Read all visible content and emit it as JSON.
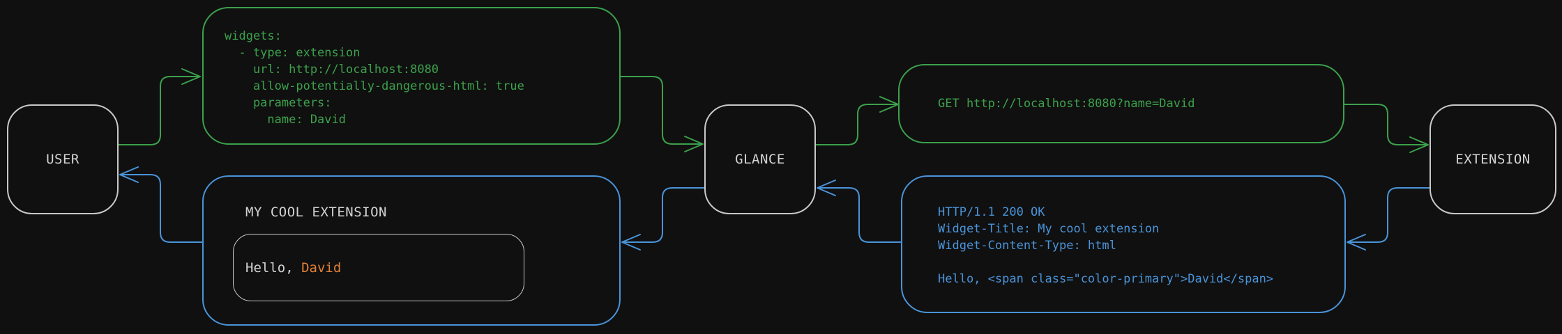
{
  "diagram": {
    "nodes": {
      "user": {
        "label": "USER"
      },
      "glance": {
        "label": "GLANCE"
      },
      "extension": {
        "label": "EXTENSION"
      }
    },
    "messages": {
      "config_yaml": {
        "code": "widgets:\n  - type: extension\n    url: http://localhost:8080\n    allow-potentially-dangerous-html: true\n    parameters:\n      name: David"
      },
      "request": {
        "code": "GET http://localhost:8080?name=David"
      },
      "response": {
        "code": "HTTP/1.1 200 OK\nWidget-Title: My cool extension\nWidget-Content-Type: html\n\nHello, <span class=\"color-primary\">David</span>"
      },
      "widget_render": {
        "title": "MY COOL EXTENSION",
        "hello_prefix": "Hello, ",
        "hello_name": "David"
      }
    },
    "colors": {
      "background": "#101010",
      "request_green": "#3ca14c",
      "response_blue": "#4a94da",
      "node_border": "#c9c9c9",
      "text_light": "#d4d4d4",
      "name_orange": "#e08038"
    }
  }
}
